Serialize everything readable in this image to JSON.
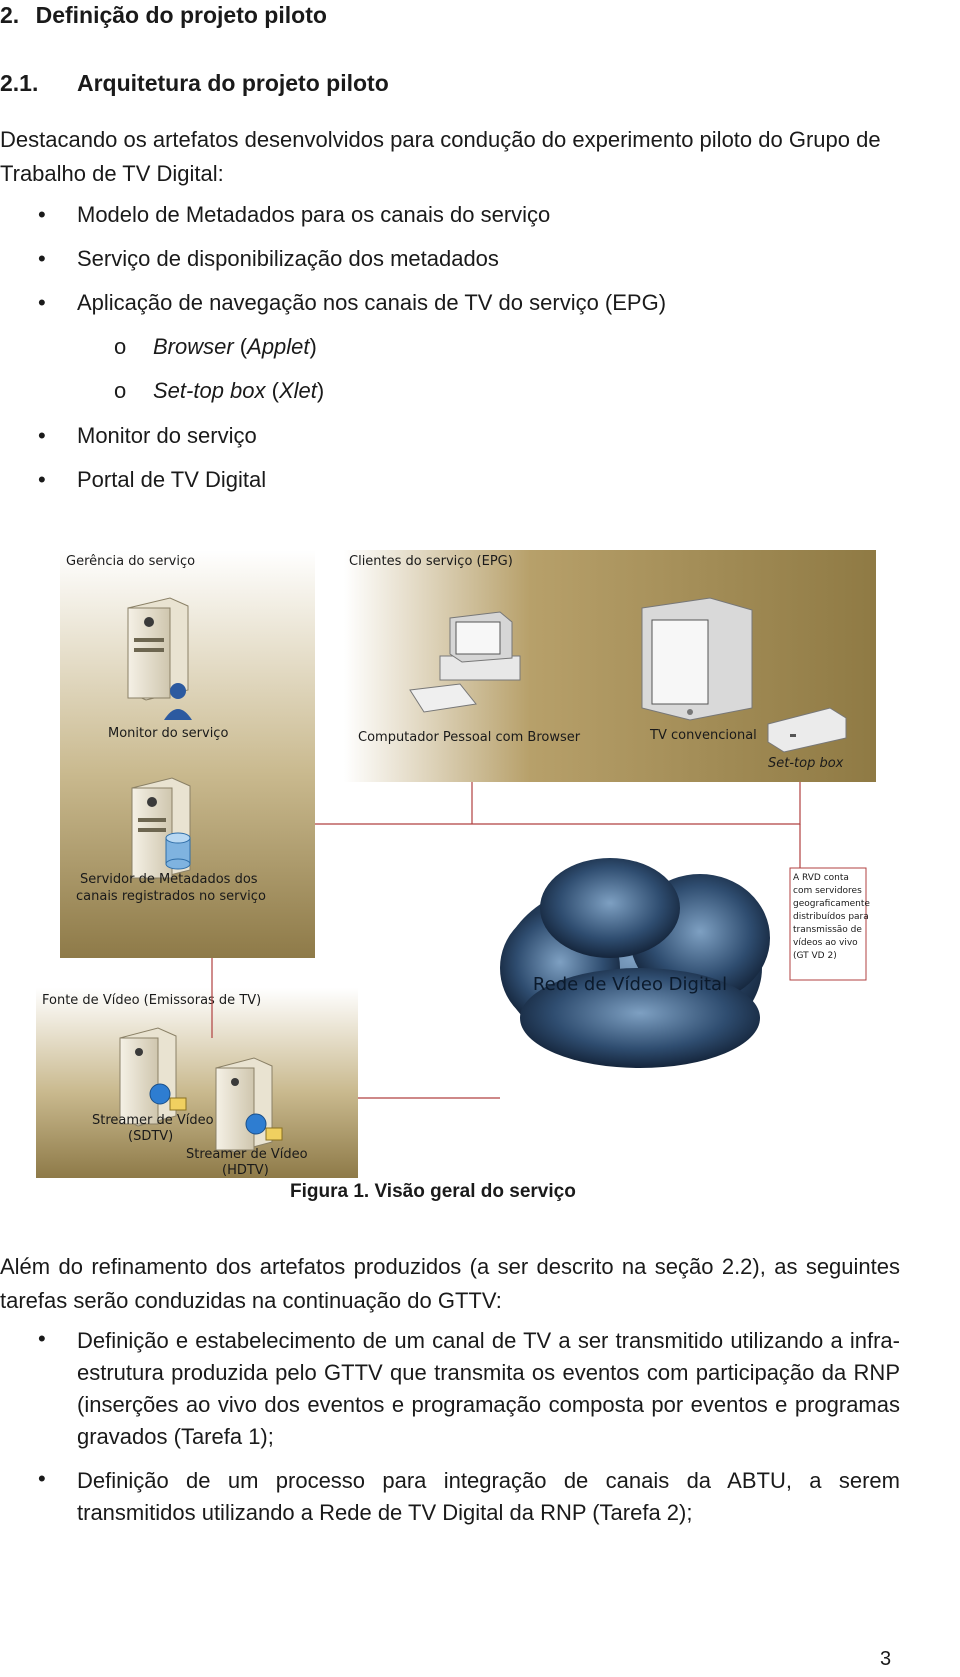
{
  "heading2": {
    "number": "2.",
    "title": "Definição do projeto piloto"
  },
  "heading21": {
    "number": "2.1.",
    "title": "Arquitetura do projeto piloto"
  },
  "intro": "Destacando os artefatos desenvolvidos para condução do experimento piloto do Grupo de Trabalho de TV Digital:",
  "bullets": [
    "Modelo de Metadados para os canais do serviço",
    "Serviço de disponibilização dos metadados",
    "Aplicação de navegação nos canais de TV do serviço (EPG)",
    "Monitor do serviço",
    "Portal de TV Digital"
  ],
  "subbullets": [
    {
      "marker": "o",
      "term": "Browser",
      "open": " (",
      "detail": "Applet",
      "close": ")"
    },
    {
      "marker": "o",
      "term": "Set-top box",
      "open": " (",
      "detail": "Xlet",
      "close": ")"
    }
  ],
  "figure": {
    "panel_gerencia": "Gerência do serviço",
    "panel_clientes": "Clientes do serviço (EPG)",
    "panel_fonte": "Fonte de Vídeo (Emissoras de TV)",
    "monitor": "Monitor do serviço",
    "servidor_l1": "Servidor de Metadados dos",
    "servidor_l2": "canais registrados no serviço",
    "computador": "Computador Pessoal com Browser",
    "tv": "TV convencional",
    "settop": "Set-top box",
    "cloud": "Rede de Vídeo Digital",
    "note": [
      "A RVD conta",
      "com servidores",
      "geograficamente",
      "distribuídos para",
      "transmissão de",
      "vídeos ao vivo",
      "(GT VD 2)"
    ],
    "streamer1_l1": "Streamer de Vídeo",
    "streamer1_l2": "(SDTV)",
    "streamer2_l1": "Streamer de Vídeo",
    "streamer2_l2": "(HDTV)",
    "caption": "Figura 1. Visão geral do serviço"
  },
  "para2": "Além do refinamento dos artefatos produzidos (a ser descrito na seção 2.2), as seguintes tarefas serão conduzidas na continuação do GTTV:",
  "tasks": [
    "Definição e estabelecimento de um canal de TV a ser transmitido utilizando a infra-estrutura produzida pelo GTTV que transmita os eventos com participação da RNP (inserções ao vivo dos eventos e programação composta por eventos e programas gravados (Tarefa 1);",
    "Definição de um processo para integração de canais da ABTU, a serem transmitidos utilizando a Rede de TV Digital da RNP (Tarefa 2);"
  ],
  "page_number": "3"
}
